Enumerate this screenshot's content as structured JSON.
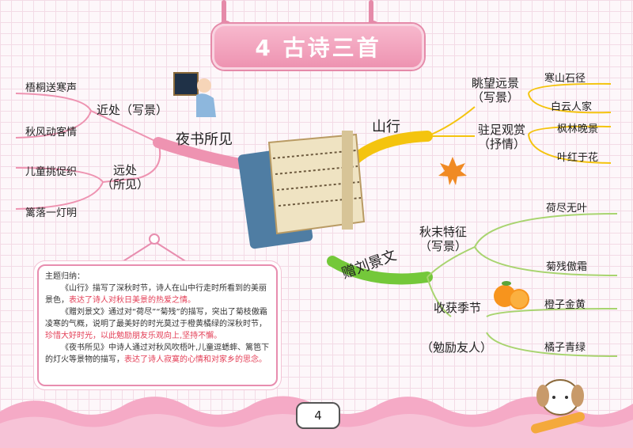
{
  "title": "4 古诗三首",
  "page_number": "4",
  "colors": {
    "pink": "#ee93b1",
    "yellow": "#f4c40e",
    "green": "#74c83a",
    "lightgreen": "#a8d46f",
    "red": "#e33d55"
  },
  "left_branch": {
    "root": "夜书所见",
    "near": {
      "label_line1": "近处（写景）",
      "items": [
        "梧桐送寒声",
        "秋风动客情"
      ]
    },
    "far": {
      "label_line1": "远处",
      "label_line2": "（所见）",
      "items": [
        "儿童挑促织",
        "篱落一灯明"
      ]
    }
  },
  "top_right_branch": {
    "root": "山行",
    "view": {
      "line1": "眺望远景",
      "line2": "（写景）",
      "items": [
        "寒山石径",
        "白云人家"
      ]
    },
    "stay": {
      "line1": "驻足观赏",
      "line2": "（抒情）",
      "items": [
        "枫林晚景",
        "叶红于花"
      ]
    }
  },
  "bottom_right_branch": {
    "root": "赠刘景文",
    "autumn": {
      "line1": "秋末特征",
      "line2": "（写景）",
      "items": [
        "荷尽无叶",
        "菊残傲霜"
      ]
    },
    "harvest": {
      "line1": "收获季节",
      "line2": "（勉励友人）",
      "items": [
        "橙子金黄",
        "橘子青绿"
      ]
    }
  },
  "summary": {
    "heading": "主题归纳：",
    "p1_normal": "《山行》描写了深秋时节，诗人在山中行走时所看到的美丽景色，",
    "p1_red": "表达了诗人对秋日美景的热爱之情。",
    "p2_normal": "《赠刘景文》通过对“荷尽”“菊残”的描写，突出了菊枝傲霜凌寒的气概，说明了最美好的时光莫过于橙黄橘绿的深秋时节，",
    "p2_red": "珍惜大好时光，以此勉励朋友乐观向上,坚持不懈。",
    "p3_normal": "《夜书所见》中诗人通过对秋风吹梧叶,儿童逗蟋蟀、篱笆下的灯火等景物的描写，",
    "p3_red": "表达了诗人寂寞的心情和对家乡的思念。"
  }
}
